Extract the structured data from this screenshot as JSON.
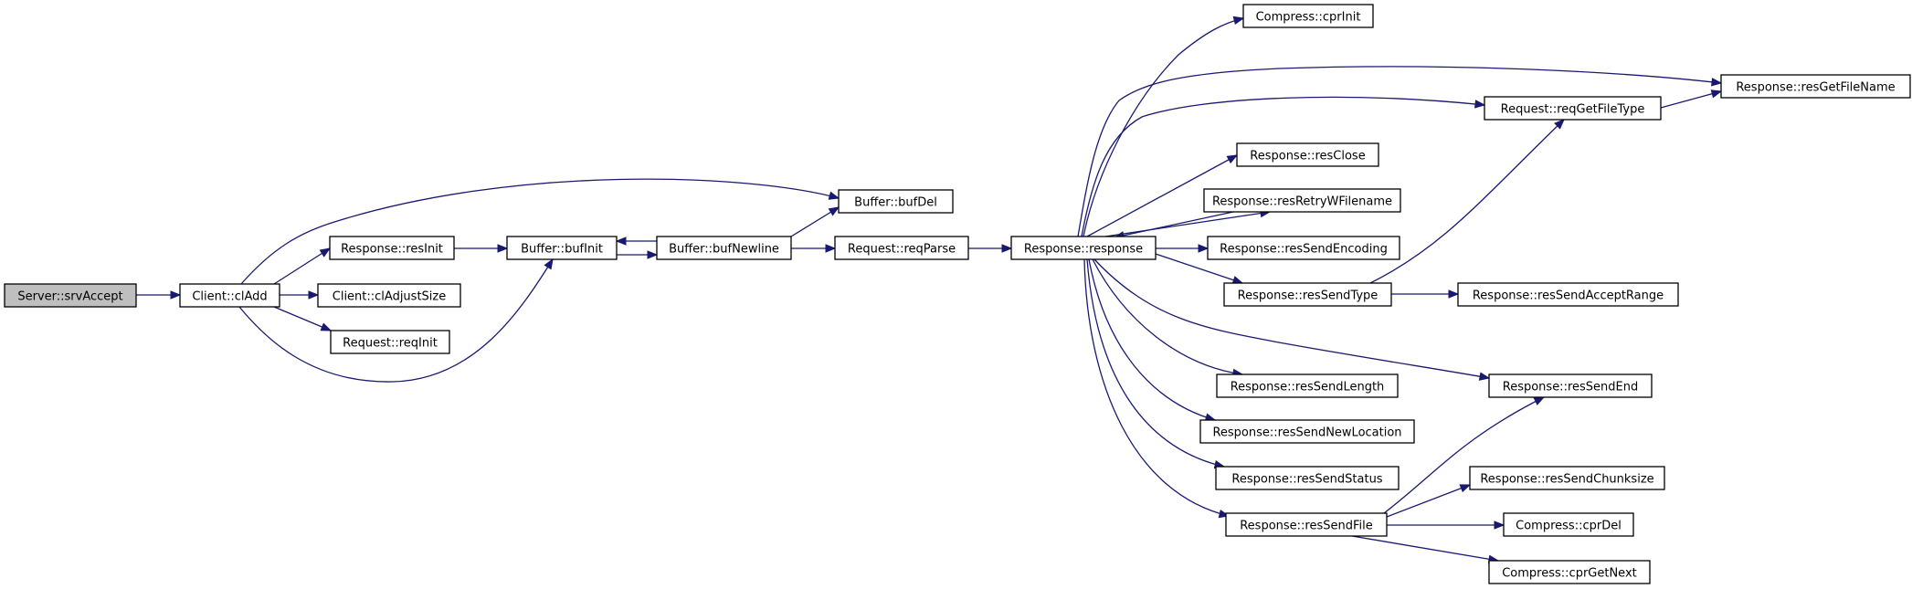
{
  "colors": {
    "node_fill": "#ffffff",
    "root_fill": "#bfbfbf",
    "node_border": "#000000",
    "edge": "#191970"
  },
  "nodes": {
    "srvAccept": {
      "label": "Server::srvAccept"
    },
    "clAdd": {
      "label": "Client::clAdd"
    },
    "resInit": {
      "label": "Response::resInit"
    },
    "clAdjustSize": {
      "label": "Client::clAdjustSize"
    },
    "reqInit": {
      "label": "Request::reqInit"
    },
    "bufInit": {
      "label": "Buffer::bufInit"
    },
    "bufNewline": {
      "label": "Buffer::bufNewline"
    },
    "bufDel": {
      "label": "Buffer::bufDel"
    },
    "reqParse": {
      "label": "Request::reqParse"
    },
    "response": {
      "label": "Response::response"
    },
    "cprInit": {
      "label": "Compress::cprInit"
    },
    "reqGetFileType": {
      "label": "Request::reqGetFileType"
    },
    "resGetFileName": {
      "label": "Response::resGetFileName"
    },
    "resClose": {
      "label": "Response::resClose"
    },
    "resRetryWFilename": {
      "label": "Response::resRetryWFilename"
    },
    "resSendEncoding": {
      "label": "Response::resSendEncoding"
    },
    "resSendType": {
      "label": "Response::resSendType"
    },
    "resSendAcceptRange": {
      "label": "Response::resSendAcceptRange"
    },
    "resSendEnd": {
      "label": "Response::resSendEnd"
    },
    "resSendLength": {
      "label": "Response::resSendLength"
    },
    "resSendNewLocation": {
      "label": "Response::resSendNewLocation"
    },
    "resSendStatus": {
      "label": "Response::resSendStatus"
    },
    "resSendFile": {
      "label": "Response::resSendFile"
    },
    "resSendChunksize": {
      "label": "Response::resSendChunksize"
    },
    "cprDel": {
      "label": "Compress::cprDel"
    },
    "cprGetNext": {
      "label": "Compress::cprGetNext"
    }
  },
  "edges": [
    [
      "srvAccept",
      "clAdd"
    ],
    [
      "clAdd",
      "resInit"
    ],
    [
      "clAdd",
      "clAdjustSize"
    ],
    [
      "clAdd",
      "reqInit"
    ],
    [
      "clAdd",
      "bufDel"
    ],
    [
      "clAdd",
      "bufInit"
    ],
    [
      "resInit",
      "bufInit"
    ],
    [
      "bufInit",
      "bufNewline"
    ],
    [
      "bufNewline",
      "bufInit"
    ],
    [
      "bufNewline",
      "bufDel"
    ],
    [
      "bufNewline",
      "reqParse"
    ],
    [
      "reqParse",
      "response"
    ],
    [
      "response",
      "cprInit"
    ],
    [
      "response",
      "resGetFileName"
    ],
    [
      "response",
      "reqGetFileType"
    ],
    [
      "response",
      "resClose"
    ],
    [
      "response",
      "resRetryWFilename"
    ],
    [
      "resRetryWFilename",
      "response"
    ],
    [
      "response",
      "resSendEncoding"
    ],
    [
      "response",
      "resSendType"
    ],
    [
      "response",
      "resSendEnd"
    ],
    [
      "response",
      "resSendLength"
    ],
    [
      "response",
      "resSendNewLocation"
    ],
    [
      "response",
      "resSendStatus"
    ],
    [
      "response",
      "resSendFile"
    ],
    [
      "reqGetFileType",
      "resGetFileName"
    ],
    [
      "resSendType",
      "reqGetFileType"
    ],
    [
      "resSendType",
      "resSendAcceptRange"
    ],
    [
      "resSendFile",
      "resSendEnd"
    ],
    [
      "resSendFile",
      "resSendChunksize"
    ],
    [
      "resSendFile",
      "cprDel"
    ],
    [
      "resSendFile",
      "cprGetNext"
    ]
  ]
}
